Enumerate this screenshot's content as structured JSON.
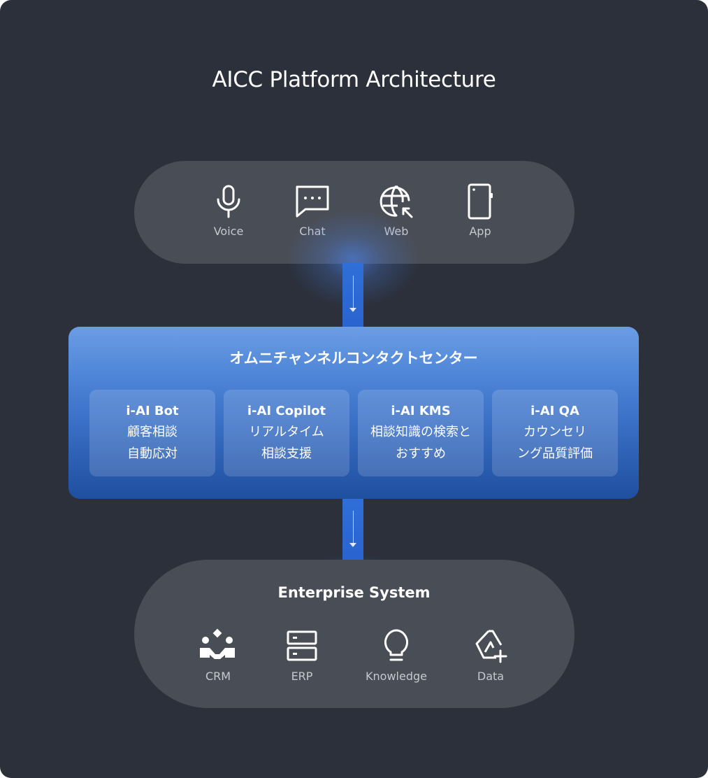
{
  "title": "AICC Platform Architecture",
  "channels": [
    {
      "label": "Voice",
      "icon": "microphone-icon"
    },
    {
      "label": "Chat",
      "icon": "chat-bubble-icon"
    },
    {
      "label": "Web",
      "icon": "globe-cursor-icon"
    },
    {
      "label": "App",
      "icon": "smartphone-icon"
    }
  ],
  "center": {
    "title": "オムニチャンネルコンタクトセンター",
    "modules": [
      {
        "name": "i-AI Bot",
        "desc": "顧客相談\n自動応対"
      },
      {
        "name": "i-AI Copilot",
        "desc": "リアルタイム\n相談支援"
      },
      {
        "name": "i-AI KMS",
        "desc": "相談知識の検索と\nおすすめ"
      },
      {
        "name": "i-AI QA",
        "desc": "カウンセリ\nング品質評価"
      }
    ]
  },
  "enterprise": {
    "title": "Enterprise System",
    "systems": [
      {
        "label": "CRM",
        "icon": "handshake-icon"
      },
      {
        "label": "ERP",
        "icon": "server-icon"
      },
      {
        "label": "Knowledge",
        "icon": "lightbulb-icon"
      },
      {
        "label": "Data",
        "icon": "data-add-icon"
      }
    ]
  },
  "colors": {
    "background": "#2b303a",
    "pill": "#494d56",
    "connector": "#2f6fd8",
    "center_top": "#6b9de3",
    "center_bottom": "#1f4f9f",
    "icon": "#ffffff",
    "label": "#c5c8cf"
  }
}
